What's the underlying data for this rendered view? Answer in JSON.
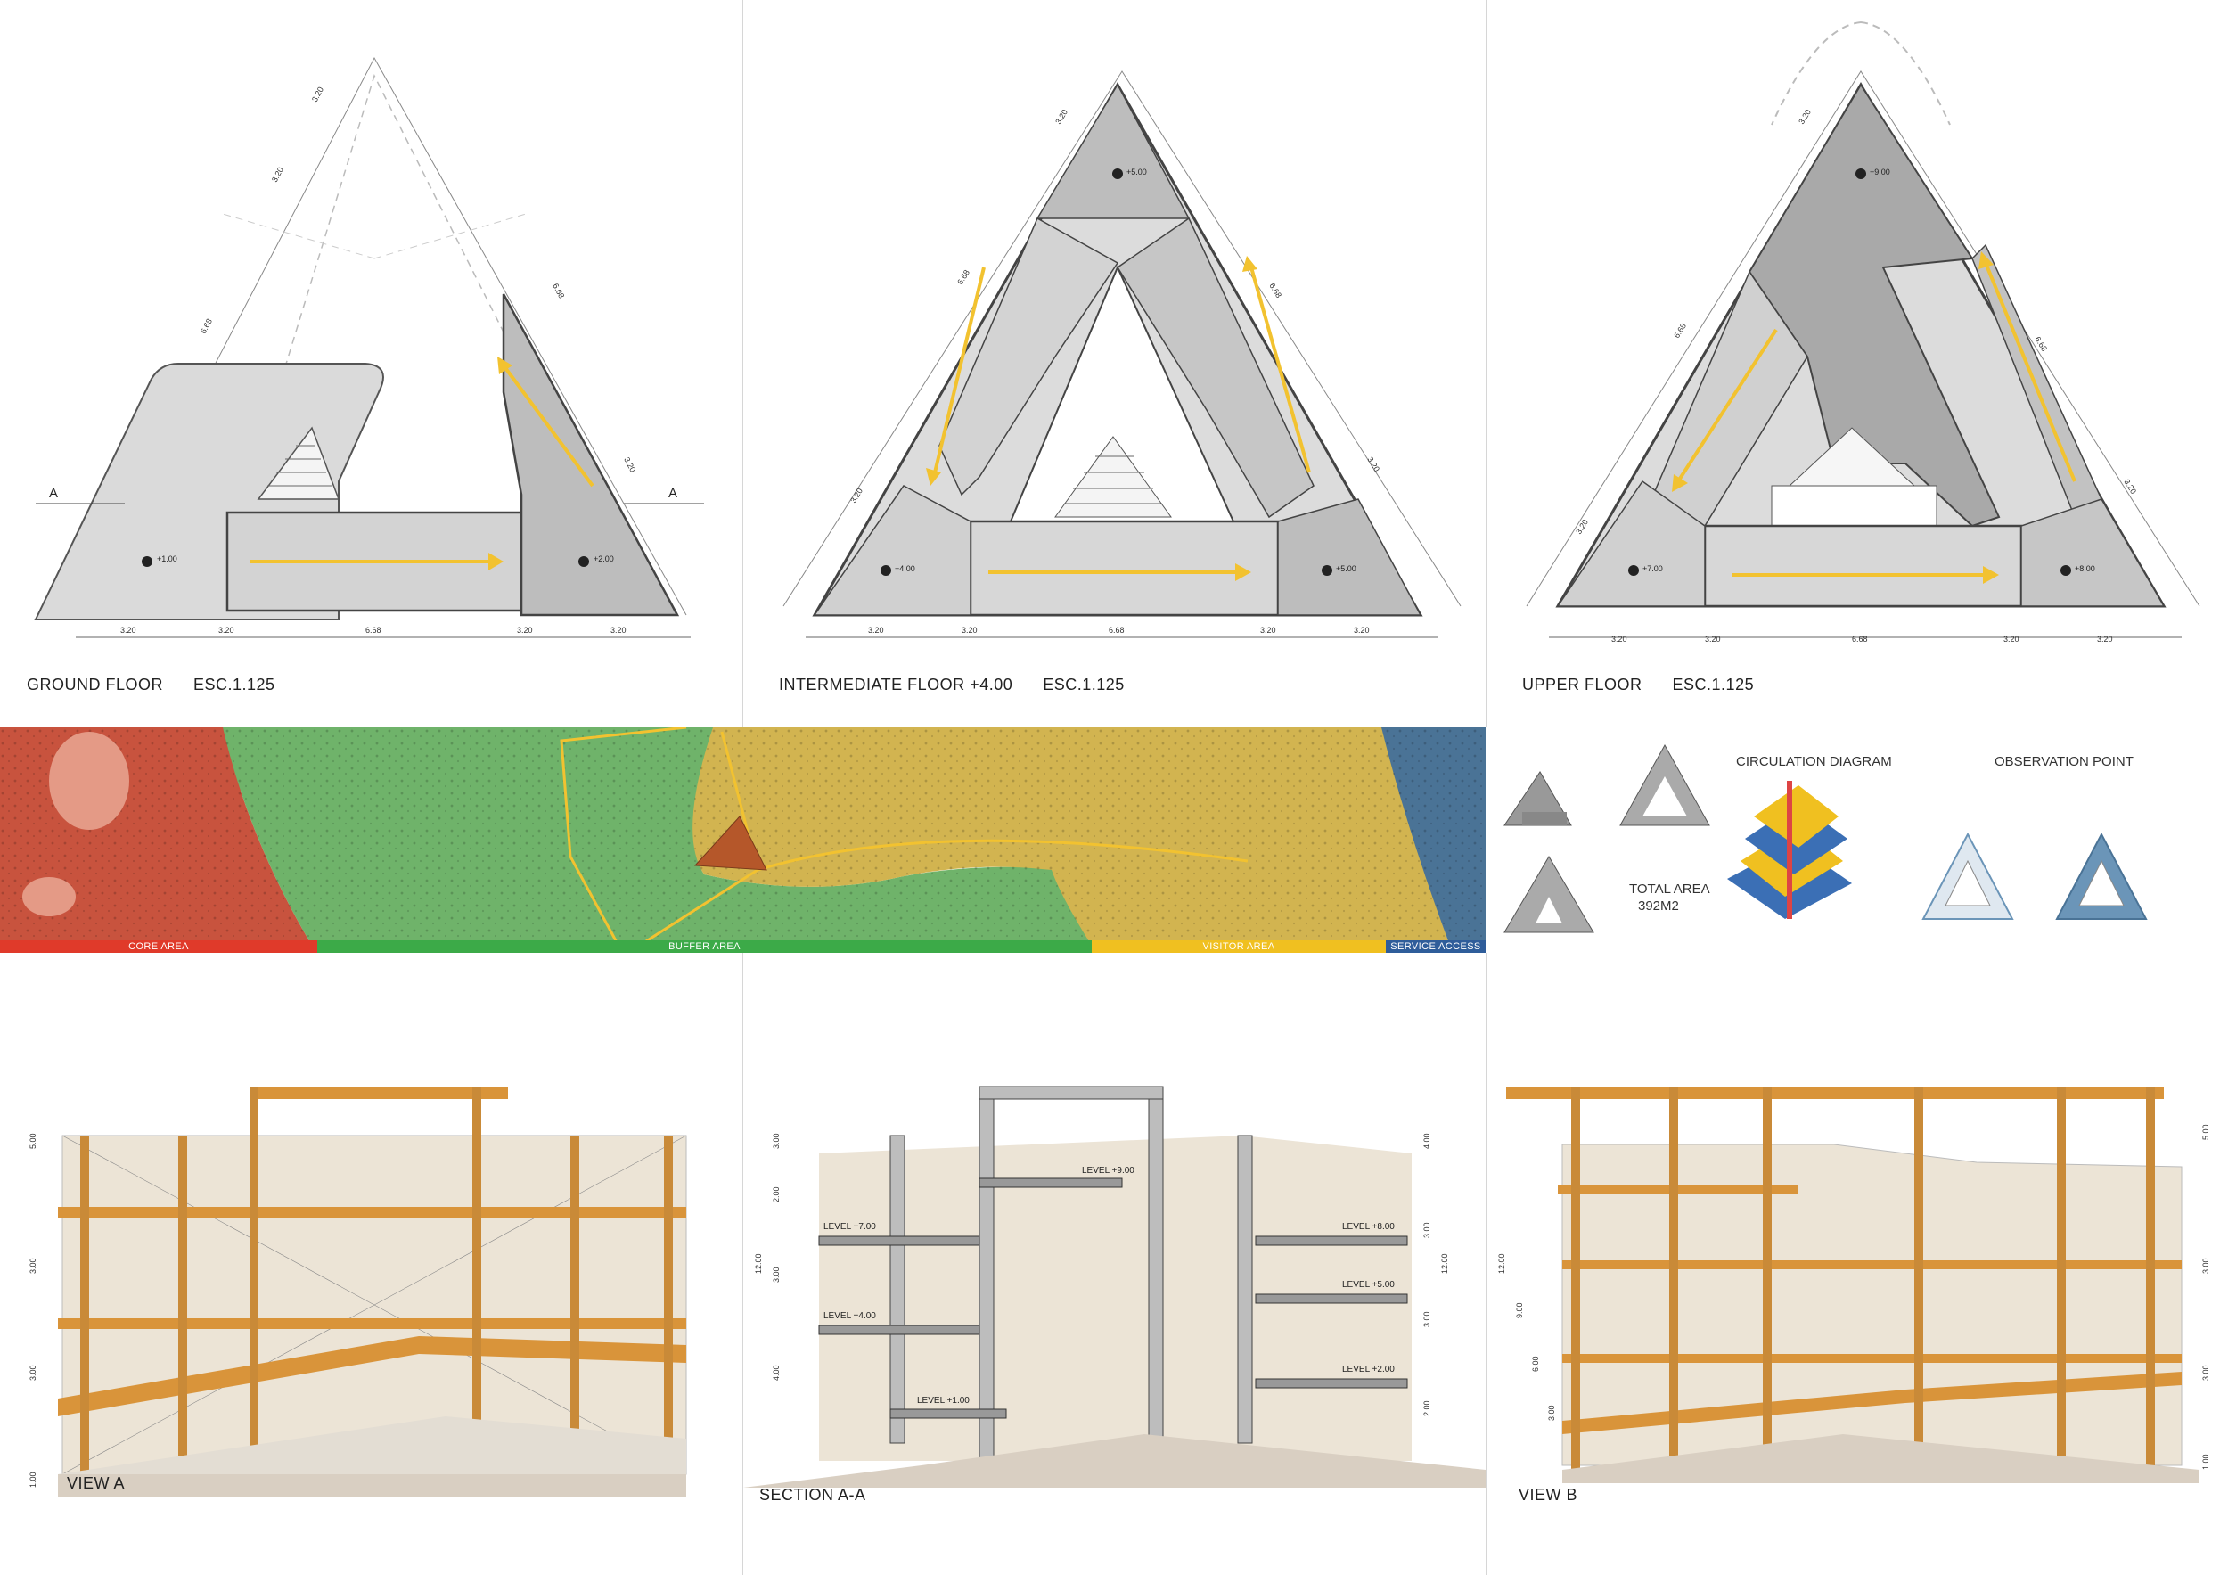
{
  "plans": [
    {
      "title": "GROUND FLOOR",
      "scale": "ESC.1.125",
      "levels": [
        "+1.00",
        "+2.00"
      ],
      "dims_bottom": [
        "3.20",
        "3.20",
        "6.68",
        "3.20",
        "3.20"
      ],
      "dims_side": [
        "3.20",
        "3.20",
        "6.68",
        "3.20",
        "3.20"
      ],
      "section_mark": "A"
    },
    {
      "title": "INTERMEDIATE FLOOR +4.00",
      "scale": "ESC.1.125",
      "levels": [
        "+5.00",
        "+4.00",
        "+5.00"
      ],
      "dims_bottom": [
        "3.20",
        "3.20",
        "6.68",
        "3.20",
        "3.20"
      ],
      "dims_side": [
        "3.20",
        "3.20",
        "6.68",
        "3.20",
        "3.20"
      ]
    },
    {
      "title": "UPPER FLOOR",
      "scale": "ESC.1.125",
      "levels": [
        "+9.00",
        "+7.00",
        "+8.00"
      ],
      "dims_bottom": [
        "3.20",
        "3.20",
        "6.68",
        "3.20",
        "3.20"
      ],
      "dims_side": [
        "3.20",
        "3.20",
        "6.68",
        "3.20",
        "3.20"
      ]
    }
  ],
  "site": {
    "zones": [
      {
        "label": "CORE AREA",
        "color": "#e03a2a"
      },
      {
        "label": "BUFFER AREA",
        "color": "#3caa48"
      },
      {
        "label": "VISITOR AREA",
        "color": "#f0c020"
      },
      {
        "label": "SERVICE  ACCESS",
        "color": "#2f5d9a"
      }
    ]
  },
  "diagrams": {
    "circulation_title": "CIRCULATION DIAGRAM",
    "observation_title": "OBSERVATION POINT",
    "total_area_label": "TOTAL AREA",
    "total_area_value": "392M2"
  },
  "elevations": [
    {
      "title": "VIEW A",
      "dims": [
        "5.00",
        "3.00",
        "3.00",
        "1.00"
      ]
    },
    {
      "title": "SECTION A-A",
      "levels": [
        "LEVEL +9.00",
        "LEVEL +7.00",
        "LEVEL +8.00",
        "LEVEL +4.00",
        "LEVEL +5.00",
        "LEVEL +2.00",
        "LEVEL +1.00"
      ],
      "dims_left": [
        "3.00",
        "2.00",
        "3.00",
        "4.00",
        "12.00"
      ],
      "dims_right": [
        "4.00",
        "3.00",
        "3.00",
        "2.00",
        "12.00"
      ]
    },
    {
      "title": "VIEW B",
      "dims_left": [
        "12.00",
        "9.00",
        "6.00",
        "3.00"
      ],
      "dims_right": [
        "5.00",
        "3.00",
        "3.00",
        "1.00"
      ]
    }
  ],
  "colors": {
    "slab": "#d9d9d9",
    "slab_dark": "#bdbdbd",
    "arrow": "#f2c230",
    "timber": "#d9943a",
    "cladding": "#ece4d6"
  }
}
